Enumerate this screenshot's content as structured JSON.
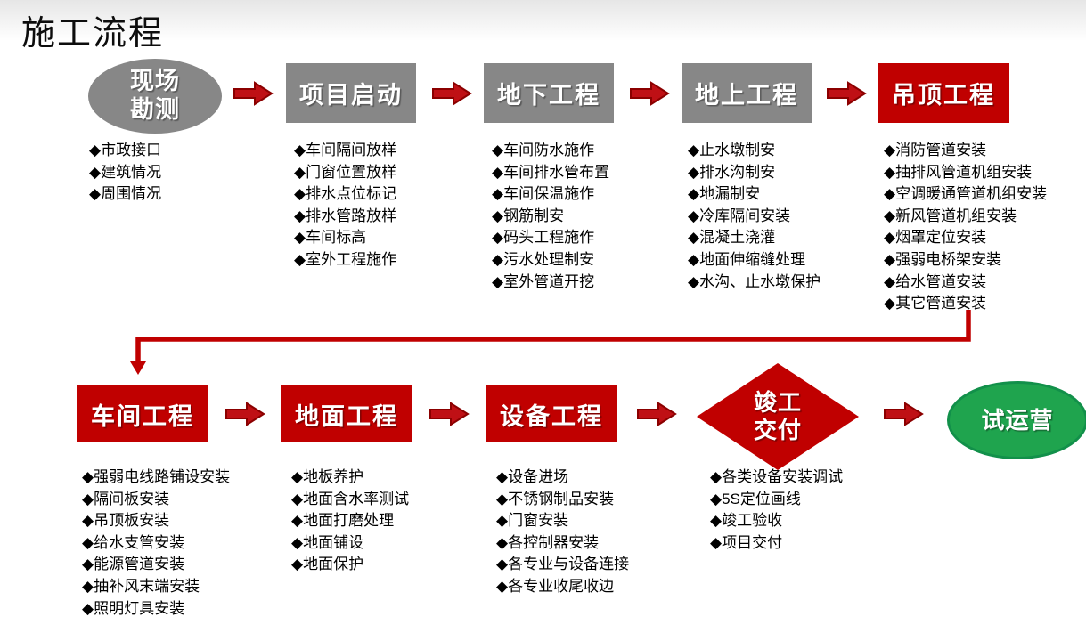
{
  "title": "施工流程",
  "bullet": "◆",
  "colors": {
    "red": "#c00000",
    "arrow_stroke": "#8b0000",
    "gray": "#878787",
    "green": "#1fa44e",
    "green_border": "#12904a"
  },
  "rows": [
    {
      "stages": [
        {
          "label": "现场勘测",
          "lines": [
            "现场",
            "勘测"
          ],
          "shape": "ellipse",
          "color": "gray",
          "items": [
            "市政接口",
            "建筑情况",
            "周围情况"
          ]
        },
        {
          "label": "项目启动",
          "shape": "rect",
          "color": "gray",
          "items": [
            "车间隔间放样",
            "门窗位置放样",
            "排水点位标记",
            "排水管路放样",
            "车间标高",
            "室外工程施作"
          ]
        },
        {
          "label": "地下工程",
          "shape": "rect",
          "color": "gray",
          "items": [
            "车间防水施作",
            "车间排水管布置",
            "车间保温施作",
            "钢筋制安",
            "码头工程施作",
            "污水处理制安",
            "室外管道开挖"
          ]
        },
        {
          "label": "地上工程",
          "shape": "rect",
          "color": "gray",
          "items": [
            "止水墩制安",
            "排水沟制安",
            "地漏制安",
            "冷库隔间安装",
            "混凝土浇灌",
            "地面伸缩缝处理",
            "水沟、止水墩保护"
          ]
        },
        {
          "label": "吊顶工程",
          "shape": "rect",
          "color": "red",
          "items": [
            "消防管道安装",
            "抽排风管道机组安装",
            "空调暖通管道机组安装",
            "新风管道机组安装",
            "烟罩定位安装",
            "强弱电桥架安装",
            "给水管道安装",
            "其它管道安装"
          ]
        }
      ]
    },
    {
      "stages": [
        {
          "label": "车间工程",
          "shape": "rect",
          "color": "red",
          "items": [
            "强弱电线路铺设安装",
            "隔间板安装",
            "吊顶板安装",
            "给水支管安装",
            "能源管道安装",
            "抽补风末端安装",
            "照明灯具安装"
          ]
        },
        {
          "label": "地面工程",
          "shape": "rect",
          "color": "red",
          "items": [
            "地板养护",
            "地面含水率测试",
            "地面打磨处理",
            "地面铺设",
            "地面保护"
          ]
        },
        {
          "label": "设备工程",
          "shape": "rect",
          "color": "red",
          "items": [
            "设备进场",
            "不锈钢制品安装",
            "门窗安装",
            "各控制器安装",
            "各专业与设备连接",
            "各专业收尾收边"
          ]
        },
        {
          "label": "竣工交付",
          "lines": [
            "竣工",
            "交付"
          ],
          "shape": "diamond",
          "color": "red",
          "items": [
            "各类设备安装调试",
            "5S定位画线",
            "竣工验收",
            "项目交付"
          ]
        },
        {
          "label": "试运营",
          "shape": "ellipse",
          "color": "green",
          "items": []
        }
      ]
    }
  ]
}
